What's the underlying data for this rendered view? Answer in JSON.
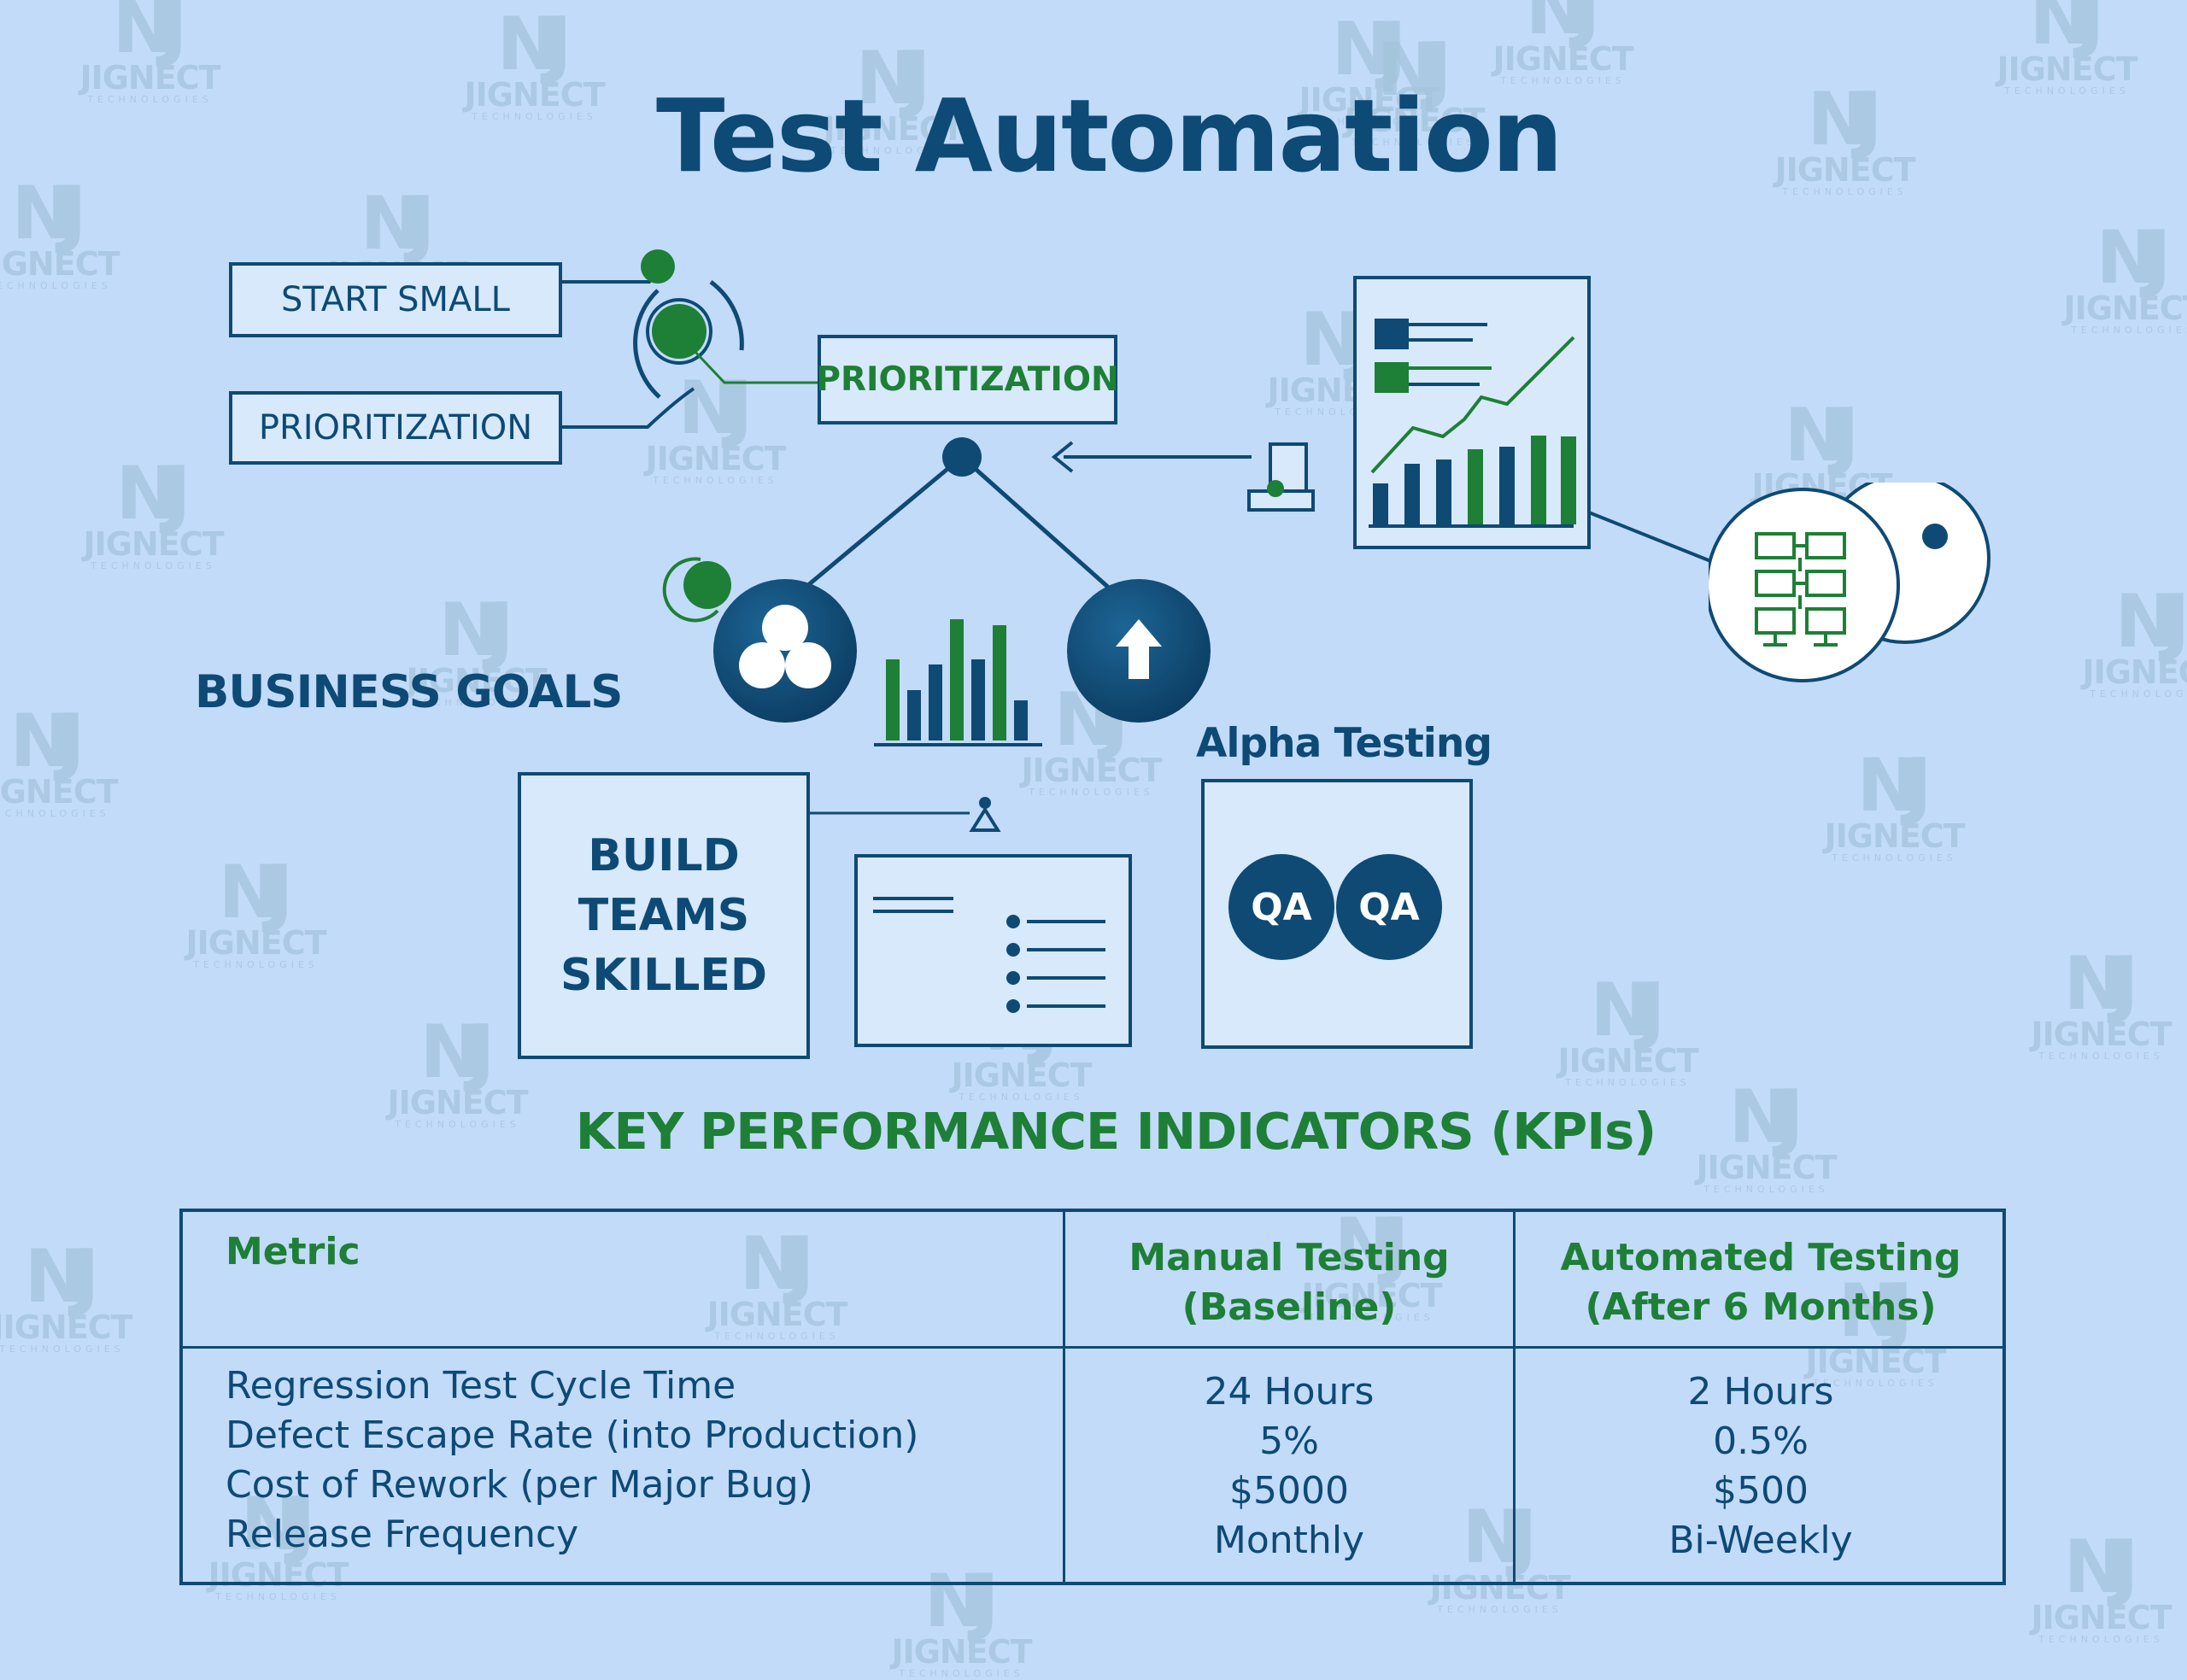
{
  "title": "Test Automation",
  "labels": {
    "start_small": "START SMALL",
    "prioritization_left": "PRIORITIZATION",
    "prioritization_center": "PRIORITIZATION",
    "business_goals": "BUSINESS GOALS",
    "build_teams": [
      "BUILD",
      "TEAMS",
      "SKILLED"
    ],
    "alpha_testing": "Alpha Testing",
    "qa": [
      "QA",
      "QA"
    ]
  },
  "watermark": {
    "mark": "NJ",
    "name": "JIGNECT",
    "sub": "TECHNOLOGIES"
  },
  "kpi": {
    "title": "KEY PERFORMANCE INDICATORS (KPIs)",
    "headers": {
      "metric": "Metric",
      "manual": [
        "Manual Testing",
        "(Baseline)"
      ],
      "automated": [
        "Automated Testing",
        "(After 6 Months)"
      ]
    },
    "rows": [
      {
        "metric": "Regression Test Cycle Time",
        "manual": "24 Hours",
        "automated": "2 Hours"
      },
      {
        "metric": "Defect Escape Rate (into Production)",
        "manual": "5%",
        "automated": "0.5%"
      },
      {
        "metric": "Cost of Rework (per Major Bug)",
        "manual": "$5000",
        "automated": "$500"
      },
      {
        "metric": "Release Frequency",
        "manual": "Monthly",
        "automated": "Bi-Weekly"
      }
    ]
  },
  "colors": {
    "background": "#c2dbf9",
    "navy": "#0e4a74",
    "green": "#1e7f36",
    "box_fill": "#d7e9fb"
  },
  "icons": [
    "trio-circle-icon",
    "upload-arrow-icon",
    "bar-chart-icon",
    "report-chart-icon",
    "network-icon",
    "computer-icon",
    "person-icon"
  ]
}
